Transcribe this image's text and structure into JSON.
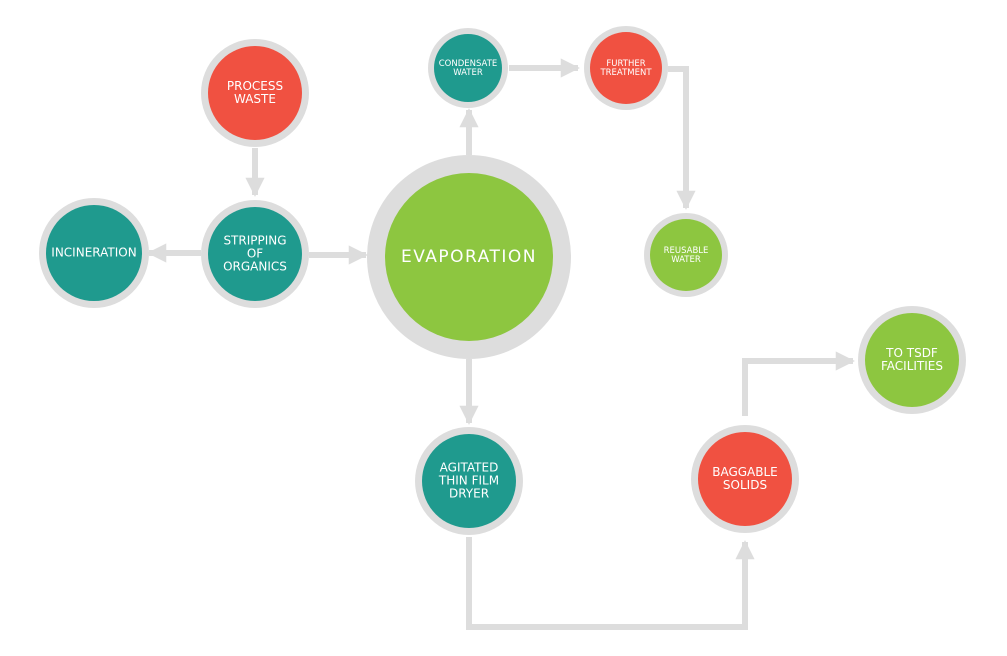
{
  "colors": {
    "red": "#f05141",
    "teal": "#1f9a8e",
    "green": "#8dc640",
    "ring": "#dddddd",
    "arrow": "#dddddd"
  },
  "nodes": {
    "process_waste": {
      "lines": [
        "PROCESS",
        "WASTE"
      ],
      "color": "red"
    },
    "stripping": {
      "lines": [
        "STRIPPING",
        "OF",
        "ORGANICS"
      ],
      "color": "teal"
    },
    "incineration": {
      "lines": [
        "INCINERATION"
      ],
      "color": "teal"
    },
    "evaporation": {
      "lines": [
        "EVAPORATION"
      ],
      "color": "green"
    },
    "condensate": {
      "lines": [
        "CONDENSATE",
        "WATER"
      ],
      "color": "teal"
    },
    "further_treatment": {
      "lines": [
        "FURTHER",
        "TREATMENT"
      ],
      "color": "red"
    },
    "reusable_water": {
      "lines": [
        "REUSABLE",
        "WATER"
      ],
      "color": "green"
    },
    "dryer": {
      "lines": [
        "AGITATED",
        "THIN FILM",
        "DRYER"
      ],
      "color": "teal"
    },
    "baggable_solids": {
      "lines": [
        "BAGGABLE",
        "SOLIDS"
      ],
      "color": "red"
    },
    "tsdf": {
      "lines": [
        "TO TSDF",
        "FACILITIES"
      ],
      "color": "green"
    }
  }
}
